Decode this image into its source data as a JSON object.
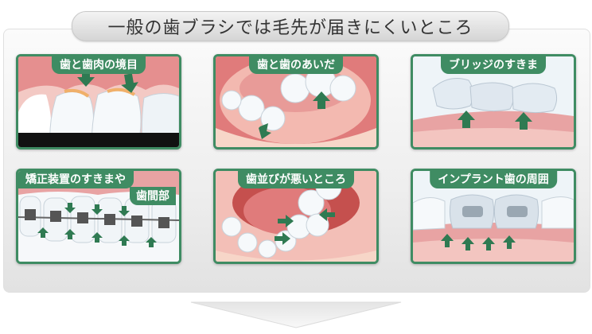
{
  "title": "一般の歯ブラシでは毛先が届きにくいところ",
  "cards": [
    {
      "label": "歯と歯肉の境目"
    },
    {
      "label": "歯と歯のあいだ"
    },
    {
      "label": "ブリッジのすきま"
    },
    {
      "label": "矯正装置のすきまや",
      "sublabel": "歯間部"
    },
    {
      "label": "歯並びが悪いところ"
    },
    {
      "label": "インプラント歯の周囲"
    }
  ],
  "colors": {
    "accent": "#3f8c63",
    "gum": "#e89a9a",
    "tooth": "#f4f8fb"
  }
}
